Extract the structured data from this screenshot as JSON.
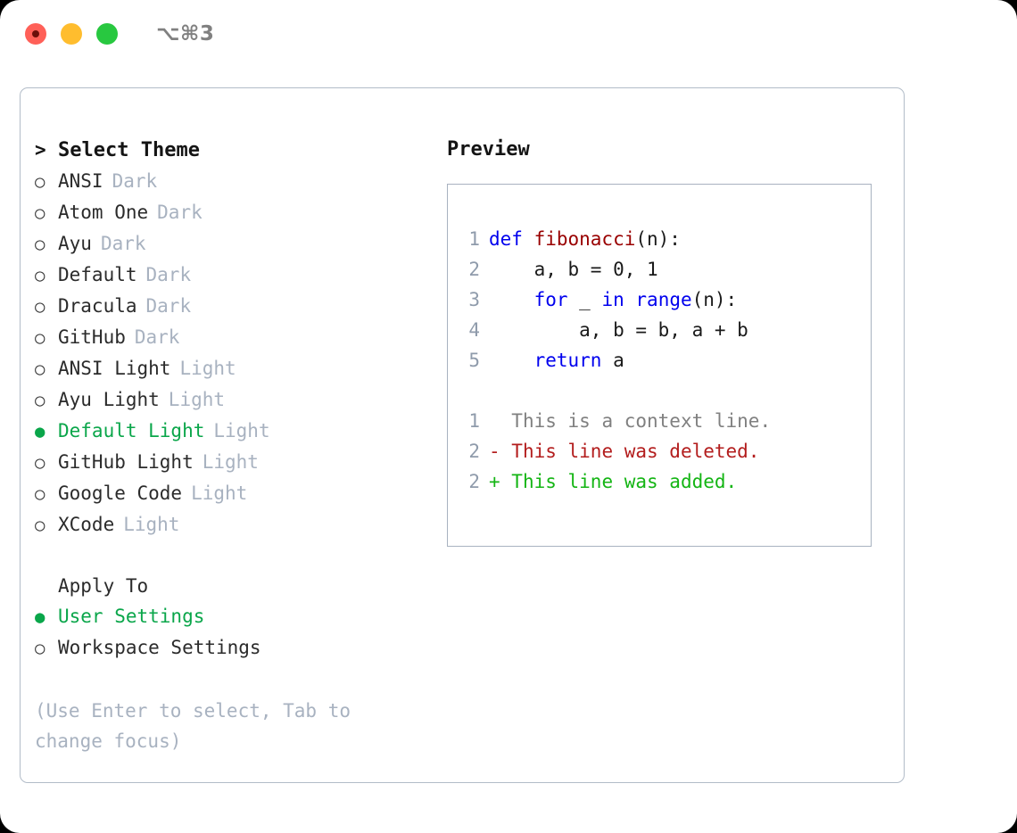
{
  "titlebar": {
    "shortcut": "⌥⌘3",
    "buttons": [
      {
        "name": "close",
        "color": "#ff6058"
      },
      {
        "name": "minimize",
        "color": "#ffbd2e"
      },
      {
        "name": "maximize",
        "color": "#28c840"
      }
    ]
  },
  "theme_picker": {
    "caret": ">",
    "heading": "Select Theme",
    "bullet_unselected": "○",
    "bullet_selected": "●",
    "items": [
      {
        "name": "ANSI",
        "tag": "Dark",
        "selected": false
      },
      {
        "name": "Atom One",
        "tag": "Dark",
        "selected": false
      },
      {
        "name": "Ayu",
        "tag": "Dark",
        "selected": false
      },
      {
        "name": "Default",
        "tag": "Dark",
        "selected": false
      },
      {
        "name": "Dracula",
        "tag": "Dark",
        "selected": false
      },
      {
        "name": "GitHub",
        "tag": "Dark",
        "selected": false
      },
      {
        "name": "ANSI Light",
        "tag": "Light",
        "selected": false
      },
      {
        "name": "Ayu Light",
        "tag": "Light",
        "selected": false
      },
      {
        "name": "Default Light",
        "tag": "Light",
        "selected": true
      },
      {
        "name": "GitHub Light",
        "tag": "Light",
        "selected": false
      },
      {
        "name": "Google Code",
        "tag": "Light",
        "selected": false
      },
      {
        "name": "XCode",
        "tag": "Light",
        "selected": false
      }
    ]
  },
  "apply_to": {
    "heading": "Apply To",
    "items": [
      {
        "name": "User Settings",
        "selected": true
      },
      {
        "name": "Workspace Settings",
        "selected": false
      }
    ]
  },
  "hint": "(Use Enter to select, Tab to change focus)",
  "preview": {
    "title": "Preview",
    "code_lines": [
      {
        "num": "1",
        "tokens": [
          {
            "t": "def ",
            "c": "kw"
          },
          {
            "t": "fibonacci",
            "c": "fn"
          },
          {
            "t": "(n):",
            "c": "plain"
          }
        ]
      },
      {
        "num": "2",
        "tokens": [
          {
            "t": "    a, b = 0, 1",
            "c": "plain"
          }
        ]
      },
      {
        "num": "3",
        "tokens": [
          {
            "t": "    ",
            "c": "plain"
          },
          {
            "t": "for",
            "c": "kw"
          },
          {
            "t": " _ ",
            "c": "plain"
          },
          {
            "t": "in",
            "c": "kw"
          },
          {
            "t": " ",
            "c": "plain"
          },
          {
            "t": "range",
            "c": "kw"
          },
          {
            "t": "(n):",
            "c": "plain"
          }
        ]
      },
      {
        "num": "4",
        "tokens": [
          {
            "t": "        a, b = b, a + b",
            "c": "plain"
          }
        ]
      },
      {
        "num": "5",
        "tokens": [
          {
            "t": "    ",
            "c": "plain"
          },
          {
            "t": "return",
            "c": "kw"
          },
          {
            "t": " a",
            "c": "plain"
          }
        ]
      }
    ],
    "diff_lines": [
      {
        "num": "1",
        "marker": "  ",
        "text": "This is a context line.",
        "kind": "ctx"
      },
      {
        "num": "2",
        "marker": "- ",
        "text": "This line was deleted.",
        "kind": "del"
      },
      {
        "num": "2",
        "marker": "+ ",
        "text": "This line was added.",
        "kind": "add"
      }
    ]
  },
  "colors": {
    "selected_green": "#0aa64a",
    "tag_gray": "#a8b2c0",
    "keyword_blue": "#0000ee",
    "function_red": "#990000",
    "diff_added": "#14b514",
    "diff_deleted": "#b31d1d",
    "panel_border": "#b2bcc8"
  }
}
